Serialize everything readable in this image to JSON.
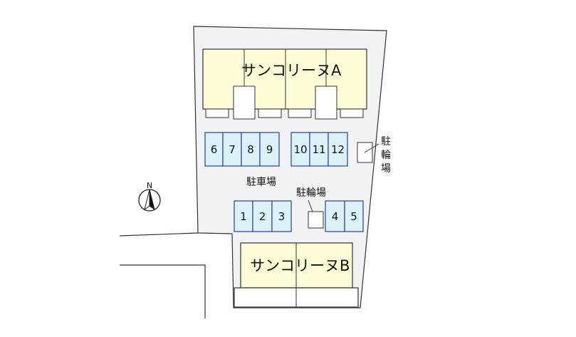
{
  "colors": {
    "lot_fill": "#f1f2f4",
    "building_fill": "#fdfcd6",
    "slot_fill": "#dcf2fb",
    "slot_border": "#2b3c9c",
    "line": "#333333"
  },
  "icons": {
    "compass": "north-arrow-icon"
  },
  "compass": {
    "label": "N"
  },
  "building_a": {
    "label": "サンコリーヌA"
  },
  "building_b": {
    "label": "サンコリーヌB"
  },
  "parking": {
    "label": "駐車場",
    "slots": [
      "1",
      "2",
      "3",
      "4",
      "5",
      "6",
      "7",
      "8",
      "9",
      "10",
      "11",
      "12"
    ]
  },
  "bike_parking_right": {
    "label_lines": [
      "駐",
      "輪",
      "場"
    ]
  },
  "bike_parking_center": {
    "label": "駐輪場"
  }
}
